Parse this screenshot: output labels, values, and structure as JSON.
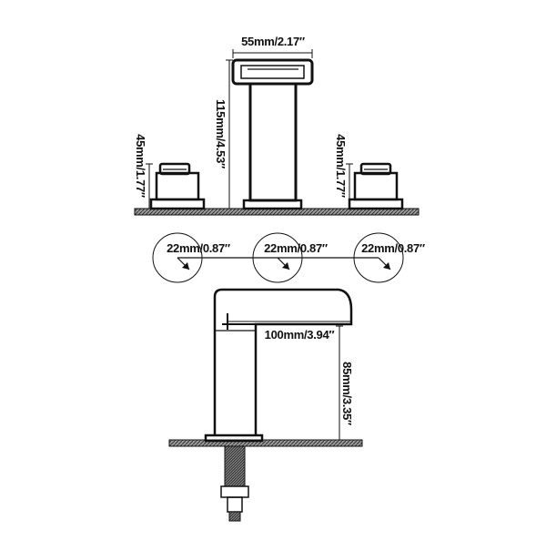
{
  "diagram": {
    "top_view": {
      "spout_width": "55mm/2.17″",
      "spout_height": "115mm/4.53″",
      "left_handle_height": "45mm/1.77″",
      "right_handle_height": "45mm/1.77″"
    },
    "holes": {
      "left": "22mm/0.87″",
      "center": "22mm/0.87″",
      "right": "22mm/0.87″"
    },
    "side_view": {
      "spout_reach": "100mm/3.94″",
      "spout_height": "85mm/3.35″"
    }
  },
  "colors": {
    "line": "#111111",
    "deck": "#555555",
    "background": "#ffffff"
  }
}
